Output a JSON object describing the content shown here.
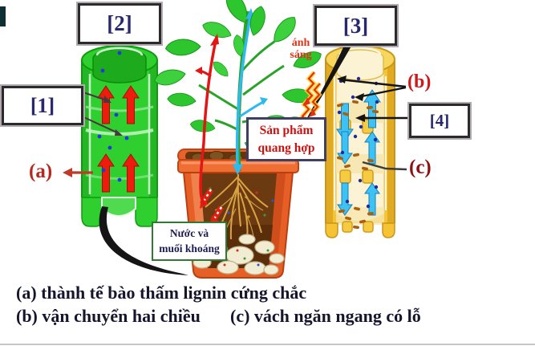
{
  "diagram": {
    "box_labels": {
      "n1": "[1]",
      "n2": "[2]",
      "n3": "[3]",
      "n4": "[4]"
    },
    "part_labels": {
      "a": "(a)",
      "b": "(b)",
      "c": "(c)"
    },
    "light": {
      "line1": "ánh",
      "line2": "sáng"
    },
    "photo_box": {
      "line1": "Sản phẩm",
      "line2": "quang hợp"
    },
    "water_box": {
      "line1": "Nước và",
      "line2": "muối khoáng"
    }
  },
  "caption": {
    "line1": "(a) thành tế bào thấm lignin cứng chắc",
    "line2_left": "(b) vận chuyển hai chiều",
    "line2_right": "(c) vách ngăn ngang có lỗ"
  },
  "colors": {
    "xylem_green": "#2fcf2f",
    "xylem_arrow_red": "#ee1c0c",
    "phloem_yellow": "#f5c334",
    "phloem_arrow_blue": "#3ec1f3",
    "pot_terracotta": "#e55f26",
    "soil_brown": "#6b3a10",
    "label_navy": "#28286e",
    "label_red": "#c01414",
    "light_text_red": "#e03315"
  }
}
